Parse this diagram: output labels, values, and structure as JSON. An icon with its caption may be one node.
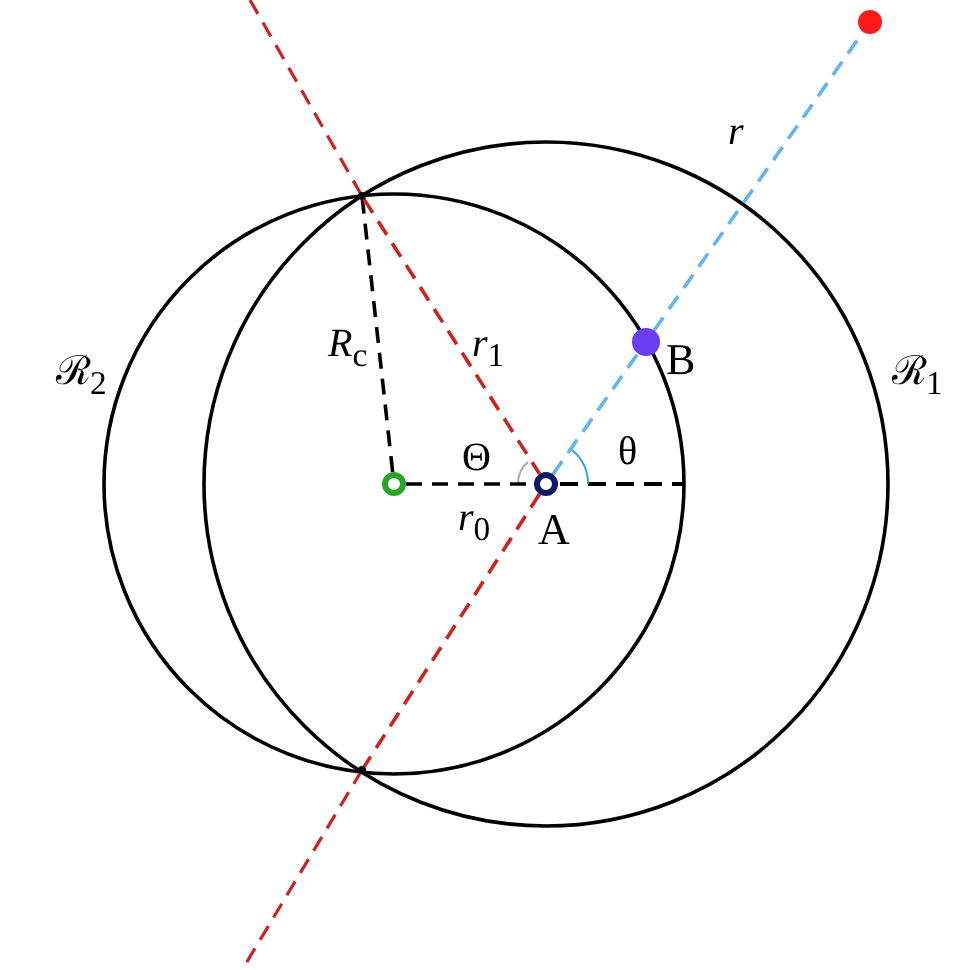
{
  "diagram": {
    "nodes": [
      {
        "text": [],
        "shape": "circle"
      },
      {
        "text": [],
        "shape": "point"
      },
      {
        "text": [
          "B"
        ]
      },
      {
        "text": [],
        "shape": "circle"
      },
      {
        "text": [
          "A"
        ]
      },
      {
        "text": [],
        "shape": "point"
      }
    ],
    "edges": [
      {
        "from": 3,
        "to": 1,
        "arrow": "none",
        "style": "dashed",
        "color": "#000000",
        "label": "*R*$_{c}$"
      },
      {
        "from": 1,
        "to": 4,
        "arrow": "none",
        "style": "dashed",
        "color": "#cc2222",
        "label": "*r*$_{1}$"
      },
      {
        "from": 3,
        "to": 4,
        "arrow": "none",
        "style": "dashed",
        "color": "#000000",
        "label": "*r*$_{0}$"
      },
      {
        "from": 4,
        "to": 2,
        "arrow": "none",
        "style": "dashed",
        "color": "#66b3ee"
      },
      {
        "from": 2,
        "to": 0,
        "arrow": "none",
        "style": "dashed",
        "color": "#66b3ee",
        "label": "*r*"
      },
      {
        "from": 4,
        "to": 5,
        "arrow": "none",
        "style": "dashed",
        "color": "#cc2222"
      }
    ],
    "labels": [
      "ℛ$_{2}$",
      "Θ",
      "θ",
      "ℛ$_{1}$"
    ]
  }
}
